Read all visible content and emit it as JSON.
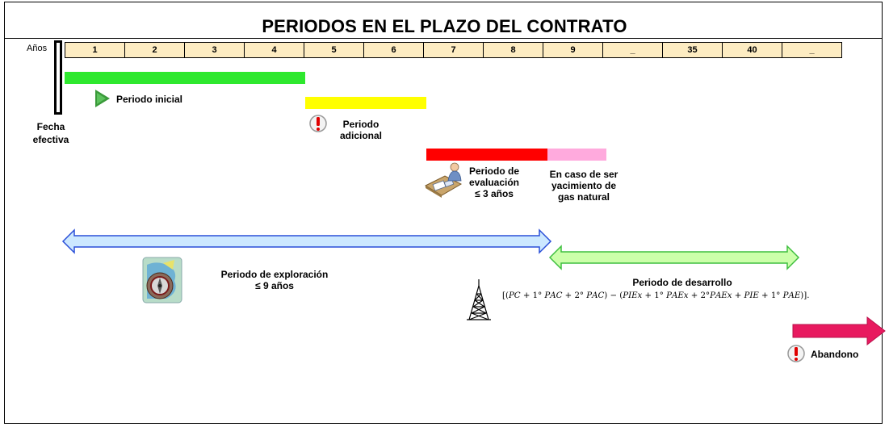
{
  "title": "PERIODOS EN EL PLAZO DEL CONTRATO",
  "years_label": "Años",
  "years": [
    "1",
    "2",
    "3",
    "4",
    "5",
    "6",
    "7",
    "8",
    "9",
    "_",
    "35",
    "40",
    "_"
  ],
  "effective_date": {
    "line1": "Fecha",
    "line2": "efectiva"
  },
  "initial_period": {
    "label": "Periodo inicial",
    "color": "#2ee82e",
    "icon": "play-triangle-icon"
  },
  "additional_period": {
    "line1": "Periodo",
    "line2": "adicional",
    "color": "#ffff00",
    "icon": "alert-icon"
  },
  "evaluation_period": {
    "line1": "Periodo de",
    "line2": "evaluación",
    "line3": "≤ 3 años",
    "color": "#ff0000",
    "icon": "engineer-at-desk-icon"
  },
  "gas_case": {
    "line1": "En caso de ser",
    "line2": "yacimiento de",
    "line3": "gas natural",
    "color": "#ffaadd"
  },
  "exploration_period": {
    "line1": "Periodo de exploración",
    "line2": "≤ 9 años",
    "color": "#cce8ff",
    "icon": "compass-map-icon"
  },
  "development_period": {
    "line1": "Periodo de desarrollo",
    "formula": "[(𝑃𝐶 + 1° 𝑃𝐴𝐶 + 2° 𝑃𝐴𝐶) − (𝑃𝐼𝐸𝑥 + 1° 𝑃𝐴𝐸𝑥 + 2°𝑃𝐴𝐸𝑥 + 𝑃𝐼𝐸 + 1° 𝑃𝐴𝐸)].",
    "color": "#ccffaa",
    "icon": "oil-rig-tower-icon"
  },
  "abandonment": {
    "label": "Abandono",
    "color": "#e8195f",
    "icon": "alert-icon"
  }
}
